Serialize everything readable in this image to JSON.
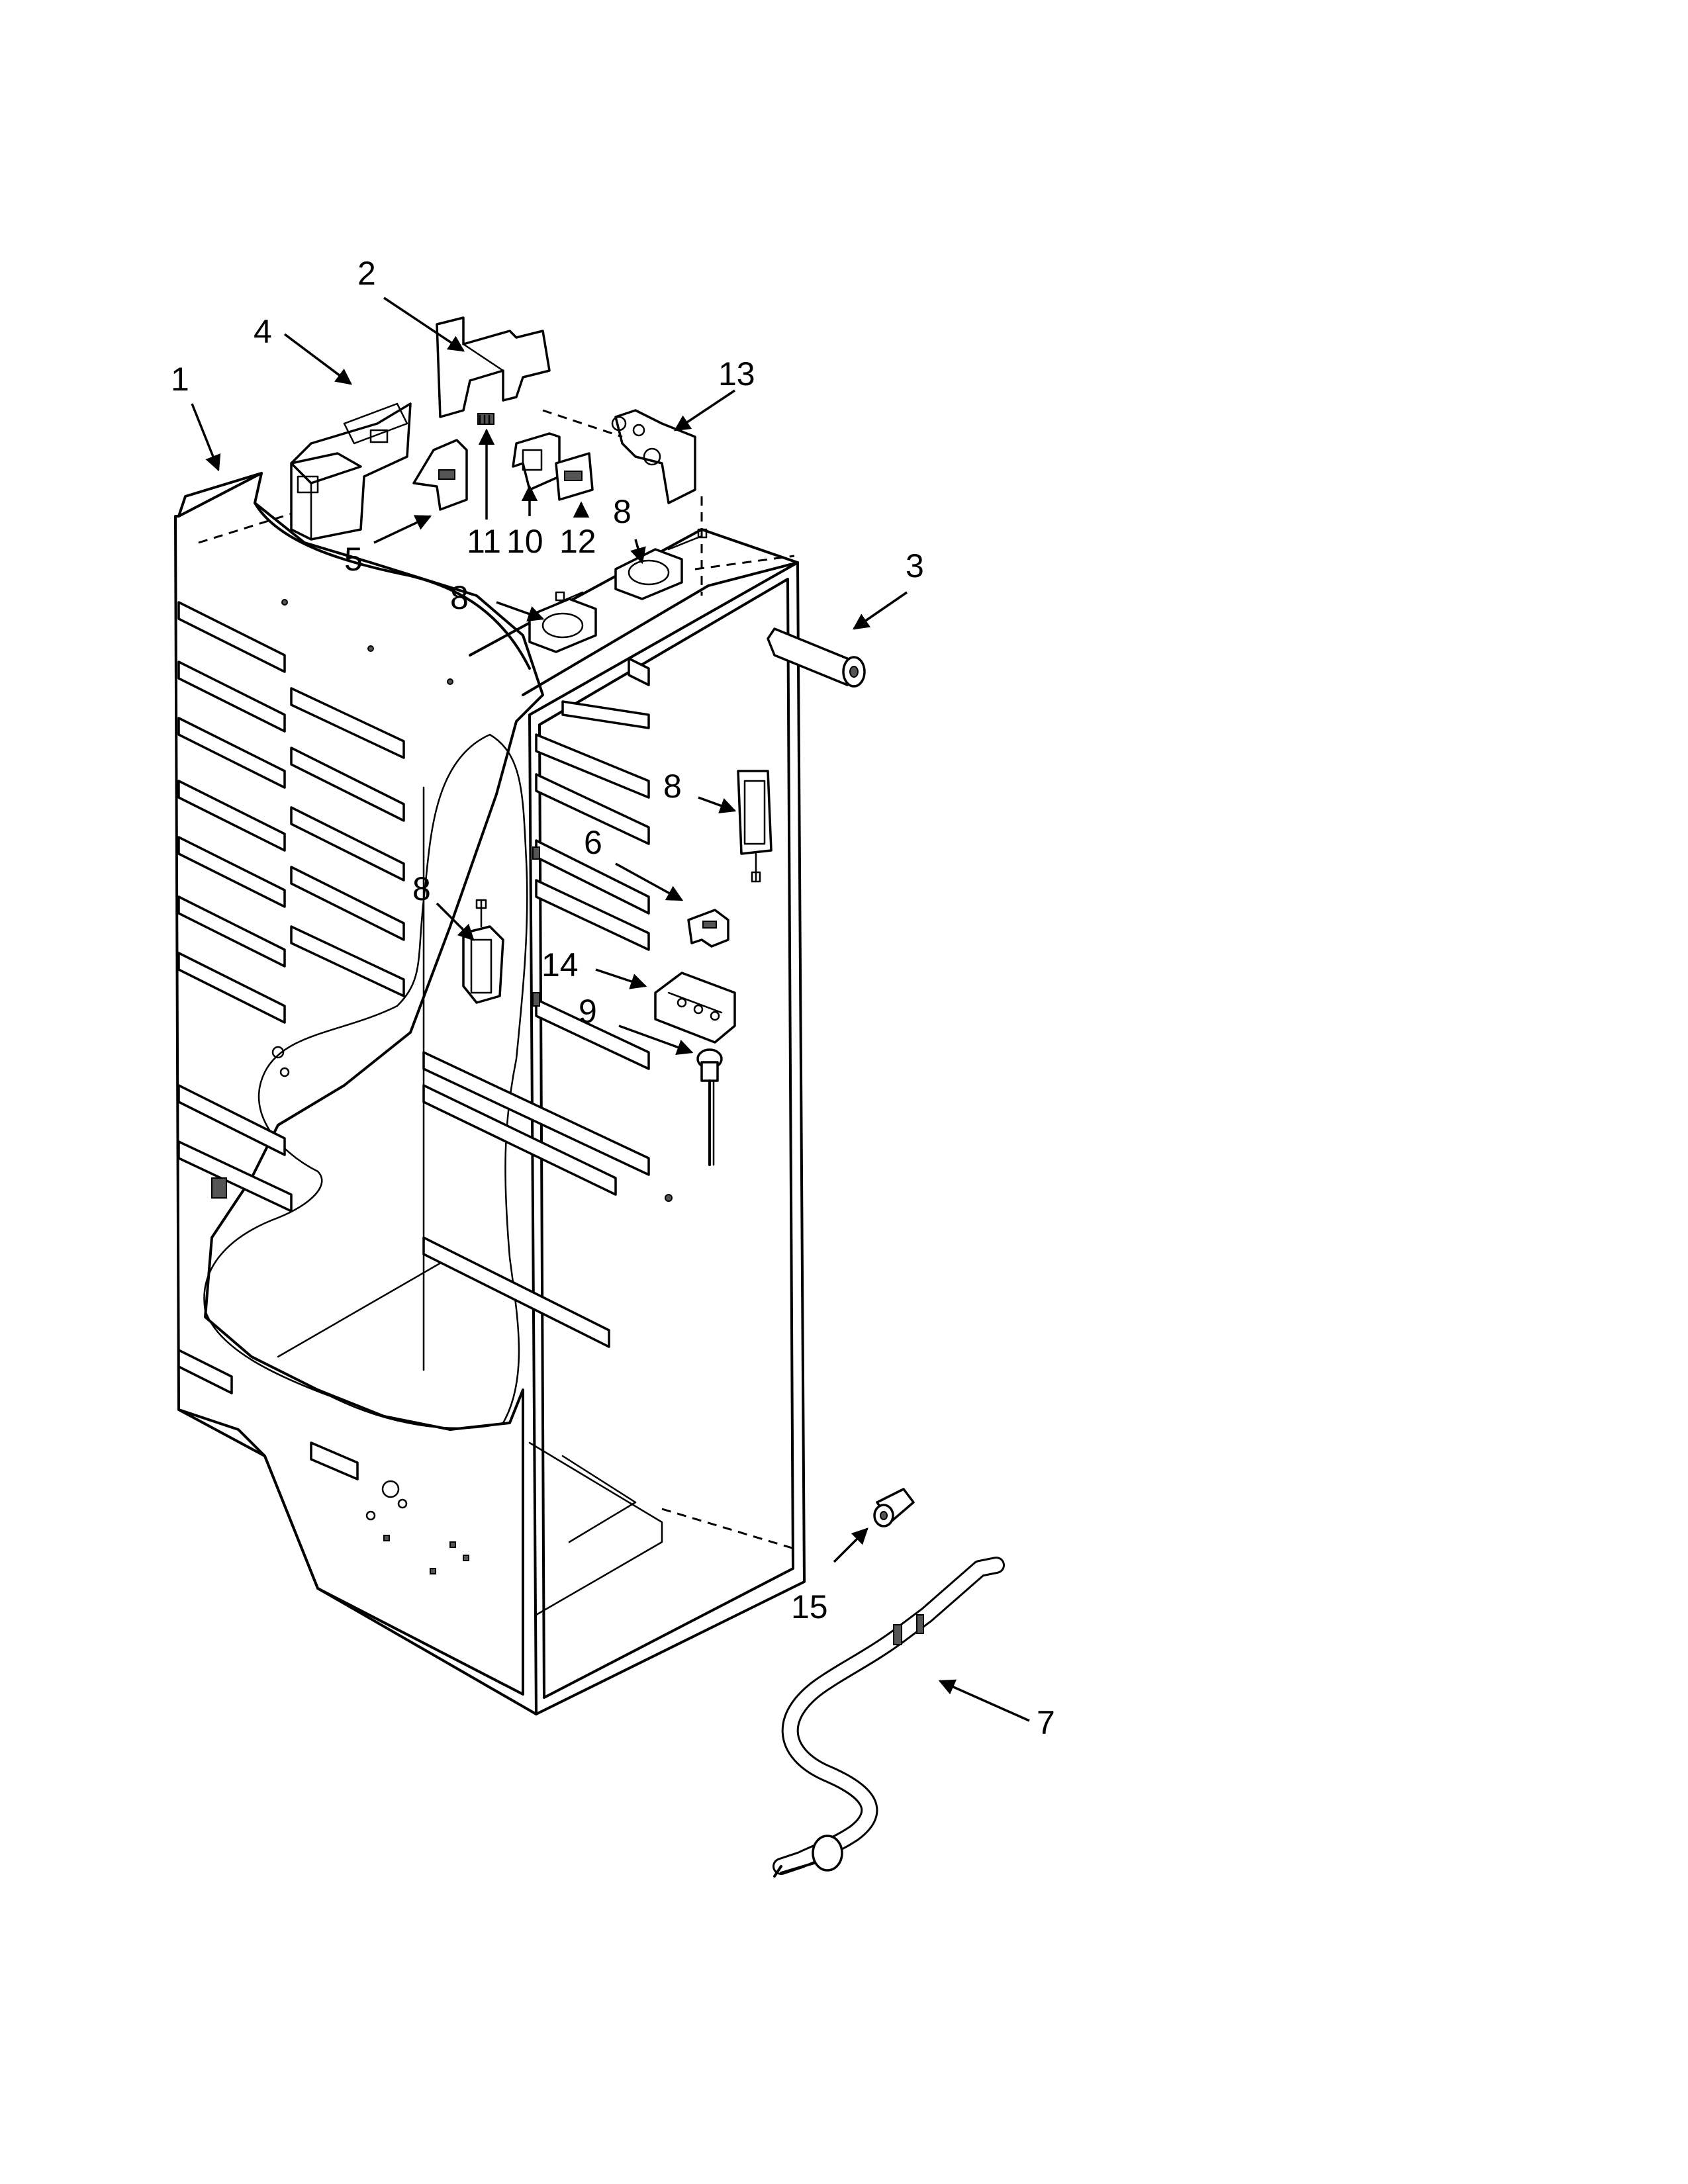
{
  "callouts": {
    "c1": "1",
    "c2": "2",
    "c3": "3",
    "c4": "4",
    "c5": "5",
    "c6": "6",
    "c7": "7",
    "c8a": "8",
    "c8b": "8",
    "c8c": "8",
    "c8d": "8",
    "c9": "9",
    "c10": "10",
    "c11": "11",
    "c12": "12",
    "c13": "13",
    "c14": "14",
    "c15": "15"
  },
  "colors": {
    "line": "#000000",
    "background": "#ffffff",
    "shade": "#555555"
  }
}
